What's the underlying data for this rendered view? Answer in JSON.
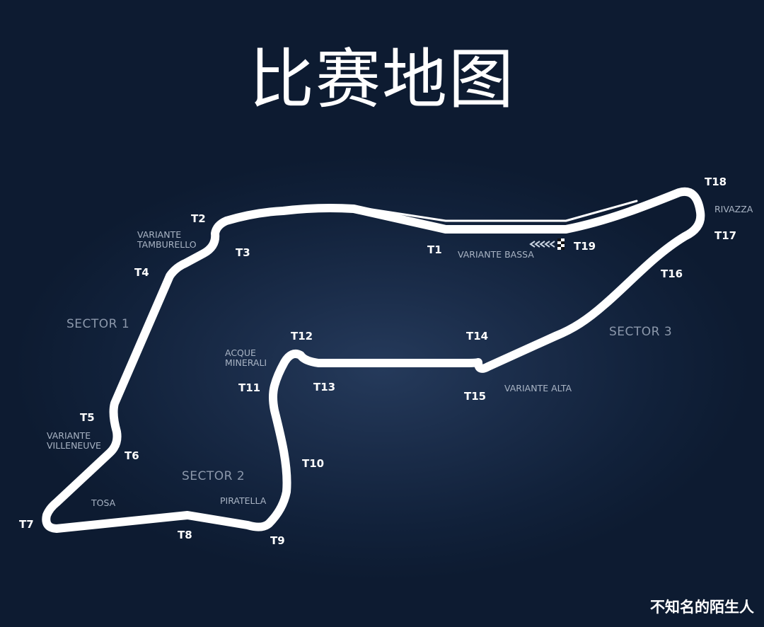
{
  "title": "比赛地图",
  "turns": [
    "T1",
    "T2",
    "T3",
    "T4",
    "T5",
    "T6",
    "T7",
    "T8",
    "T9",
    "T10",
    "T11",
    "T12",
    "T13",
    "T14",
    "T15",
    "T16",
    "T17",
    "T18",
    "T19"
  ],
  "corners": {
    "variante_tamburello": [
      "VARIANTE",
      "TAMBURELLO"
    ],
    "variante_villeneuve": [
      "VARIANTE",
      "VILLENEUVE"
    ],
    "tosa": "TOSA",
    "piratella": "PIRATELLA",
    "acque_minerali": [
      "ACQUE",
      "MINERALI"
    ],
    "variante_alta": "VARIANTE ALTA",
    "variante_bassa": "VARIANTE BASSA",
    "rivazza": "RIVAZZA"
  },
  "sectors": [
    "SECTOR 1",
    "SECTOR 2",
    "SECTOR 3"
  ],
  "credit": "不知名的陌生人",
  "colors": {
    "track": "#ffffff",
    "background": "#11213a",
    "arrows": "#c9d3e0"
  }
}
